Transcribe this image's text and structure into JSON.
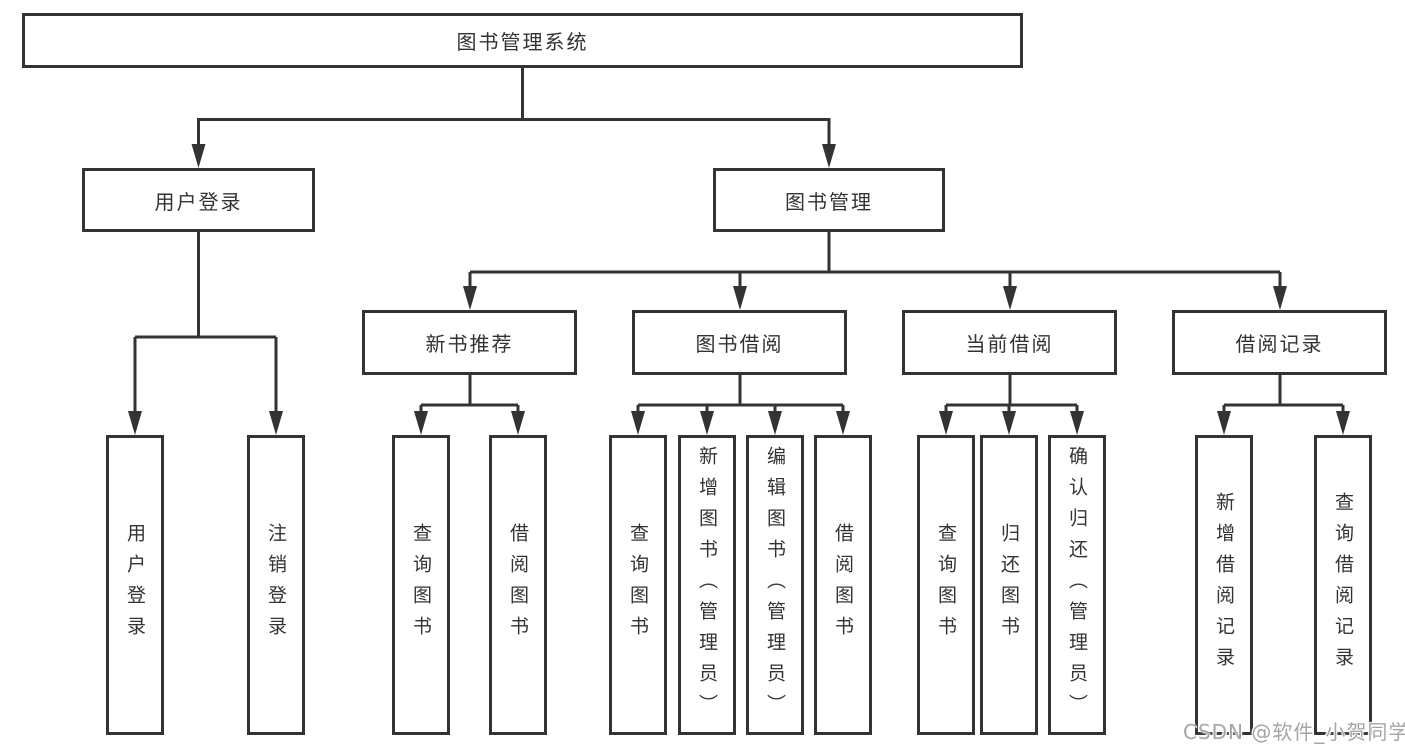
{
  "colors": {
    "line": "#333333",
    "box_border": "#333333",
    "text": "#333333",
    "background": "#ffffff",
    "watermark": "#a5a5a5"
  },
  "tree": {
    "root": "图书管理系统",
    "user_login": {
      "label": "用户登录",
      "children": [
        "用户登录",
        "注销登录"
      ]
    },
    "book_mgmt": {
      "label": "图书管理"
    },
    "sections": [
      {
        "label": "新书推荐",
        "children": [
          "查询图书",
          "借阅图书"
        ]
      },
      {
        "label": "图书借阅",
        "children": [
          "查询图书",
          "新增图书（管理员）",
          "编辑图书（管理员）",
          "借阅图书"
        ]
      },
      {
        "label": "当前借阅",
        "children": [
          "查询图书",
          "归还图书",
          "确认归还（管理员）"
        ]
      },
      {
        "label": "借阅记录",
        "children": [
          "新增借阅记录",
          "查询借阅记录"
        ]
      }
    ]
  },
  "watermark": {
    "text": "CSDN @软件_小贺同学"
  }
}
